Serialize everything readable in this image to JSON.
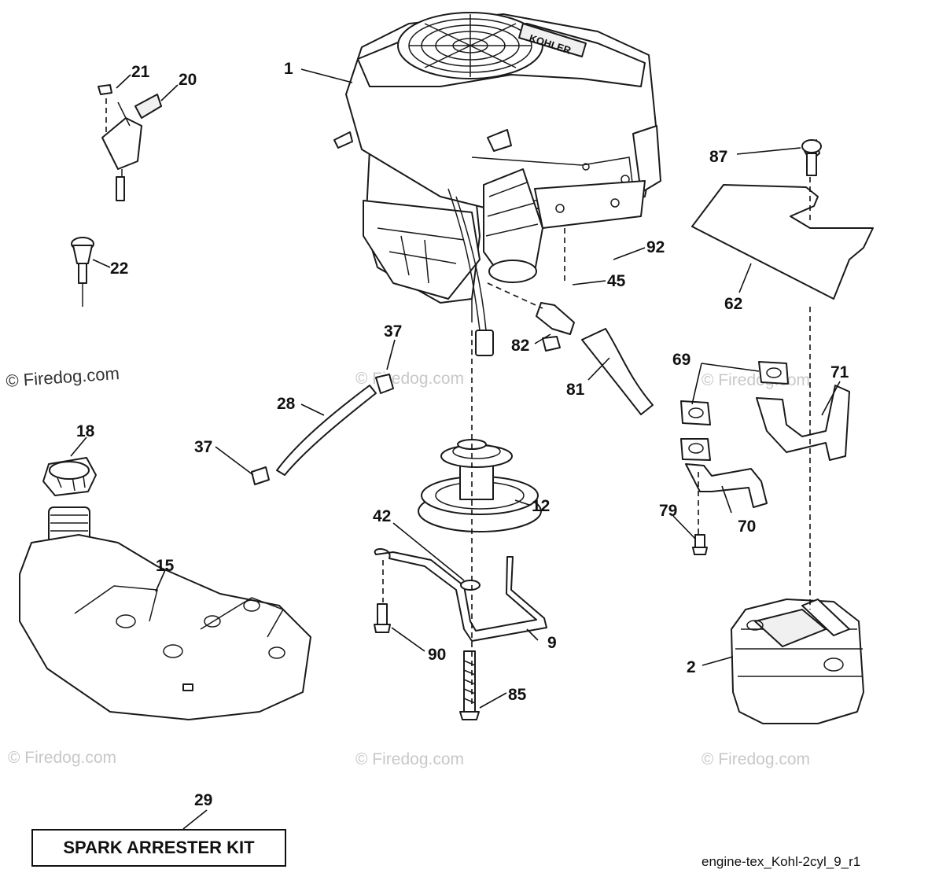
{
  "diagram": {
    "callouts": {
      "c1": "1",
      "c2": "2",
      "c9": "9",
      "c12": "12",
      "c15": "15",
      "c18": "18",
      "c20": "20",
      "c21": "21",
      "c22": "22",
      "c28": "28",
      "c29": "29",
      "c37a": "37",
      "c37b": "37",
      "c42": "42",
      "c45": "45",
      "c62": "62",
      "c69": "69",
      "c70": "70",
      "c71": "71",
      "c79": "79",
      "c81": "81",
      "c82": "82",
      "c85": "85",
      "c87": "87",
      "c90": "90",
      "c92": "92"
    },
    "engine_brand": "KOHLER",
    "kit_label": "SPARK ARRESTER KIT",
    "drawing_code": "engine-tex_Kohl-2cyl_9_r1"
  },
  "watermarks": {
    "main": "© Firedog.com",
    "faint": "© Firedog.com"
  }
}
